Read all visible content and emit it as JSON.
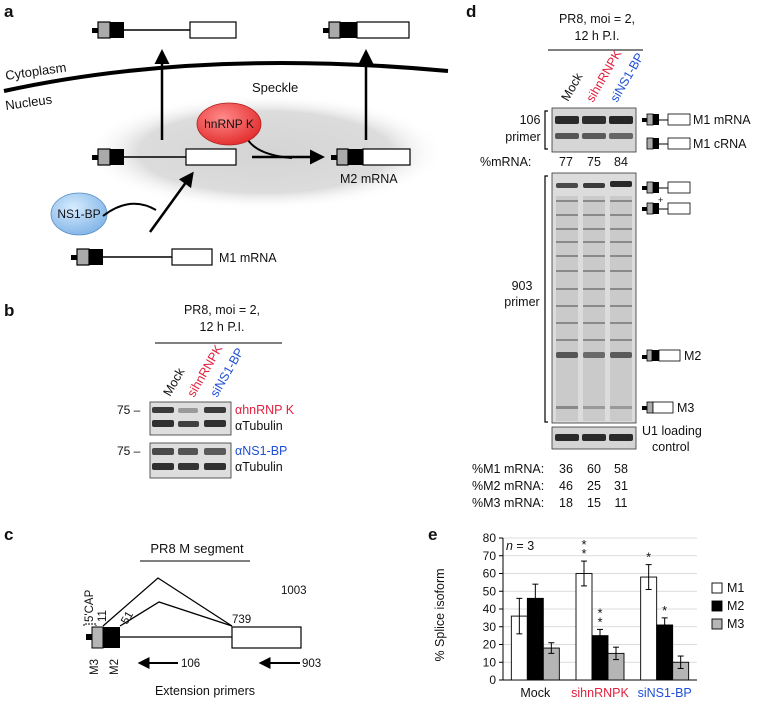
{
  "panels": {
    "a": {
      "letter": "a",
      "cytoplasm": "Cytoplasm",
      "nucleus": "Nucleus",
      "speckle": "Speckle",
      "hnrnpk": "hnRNP K",
      "ns1bp": "NS1-BP",
      "m2mrna": "M2 mRNA",
      "m1mrna": "M1 mRNA"
    },
    "b": {
      "letter": "b",
      "condition_line1": "PR8, moi = 2,",
      "condition_line2": "12 h P.I.",
      "lanes": [
        "Mock",
        "sihnRNPK",
        "siNS1-BP"
      ],
      "marker1": "75 –",
      "marker2": "75 –",
      "blot1_label1": "αhnRNP K",
      "blot1_label2": "αTubulin",
      "blot2_label1": "αNS1-BP",
      "blot2_label2": "αTubulin"
    },
    "c": {
      "letter": "c",
      "title": "PR8 M segment",
      "cap": "5'CAP",
      "n11": "11",
      "n51": "51",
      "n739": "739",
      "n1003": "1003",
      "m3": "M3",
      "m2": "M2",
      "p106": "106",
      "p903": "903",
      "primers": "Extension primers"
    },
    "d": {
      "letter": "d",
      "condition_line1": "PR8, moi = 2,",
      "condition_line2": "12 h P.I.",
      "lanes": [
        "Mock",
        "sihnRNPK",
        "siNS1-BP"
      ],
      "primer106_l1": "106",
      "primer106_l2": "primer",
      "m1mrna": "M1 mRNA",
      "m1crna": "M1 cRNA",
      "pct_mrna_label": "%mRNA:",
      "pct_mrna": [
        "77",
        "75",
        "84"
      ],
      "primer903_l1": "903",
      "primer903_l2": "primer",
      "m2": "M2",
      "m3": "M3",
      "u1_l1": "U1 loading",
      "u1_l2": "control",
      "rows": [
        {
          "label": "%M1 mRNA:",
          "values": [
            "36",
            "60",
            "58"
          ]
        },
        {
          "label": "%M2 mRNA:",
          "values": [
            "46",
            "25",
            "31"
          ]
        },
        {
          "label": "%M3 mRNA:",
          "values": [
            "18",
            "15",
            "11"
          ]
        }
      ]
    },
    "e": {
      "letter": "e",
      "n_label": "n = 3",
      "ylabel": "% Splice isoform",
      "stars_mock": "",
      "stars": [
        "*",
        "*",
        "*",
        "*",
        "*",
        "*"
      ]
    }
  },
  "colors": {
    "red": "#e2203f",
    "blue": "#1f4fd6",
    "speckle": "#cfcfcf",
    "m3gray": "#b5b5b5"
  },
  "chart_data": {
    "type": "bar",
    "title": "",
    "xlabel": "",
    "ylabel": "% Splice isoform",
    "ylim": [
      0,
      80
    ],
    "yticks": [
      0,
      10,
      20,
      30,
      40,
      50,
      60,
      70,
      80
    ],
    "categories": [
      "Mock",
      "sihnRNPK",
      "siNS1-BP"
    ],
    "category_colors": [
      "#111111",
      "#e2203f",
      "#1f4fd6"
    ],
    "legend_position": "right",
    "series": [
      {
        "name": "M1",
        "color": "#ffffff",
        "values": [
          36,
          60,
          58
        ],
        "errors": [
          10,
          7,
          7
        ],
        "stars": [
          "",
          "**",
          "*"
        ]
      },
      {
        "name": "M2",
        "color": "#000000",
        "values": [
          46,
          25,
          31
        ],
        "errors": [
          8,
          3.5,
          4
        ],
        "stars": [
          "",
          "**",
          "*"
        ]
      },
      {
        "name": "M3",
        "color": "#b5b5b5",
        "values": [
          18,
          15,
          10
        ],
        "errors": [
          3,
          3.5,
          3.5
        ],
        "stars": [
          "",
          "",
          ""
        ]
      }
    ]
  }
}
